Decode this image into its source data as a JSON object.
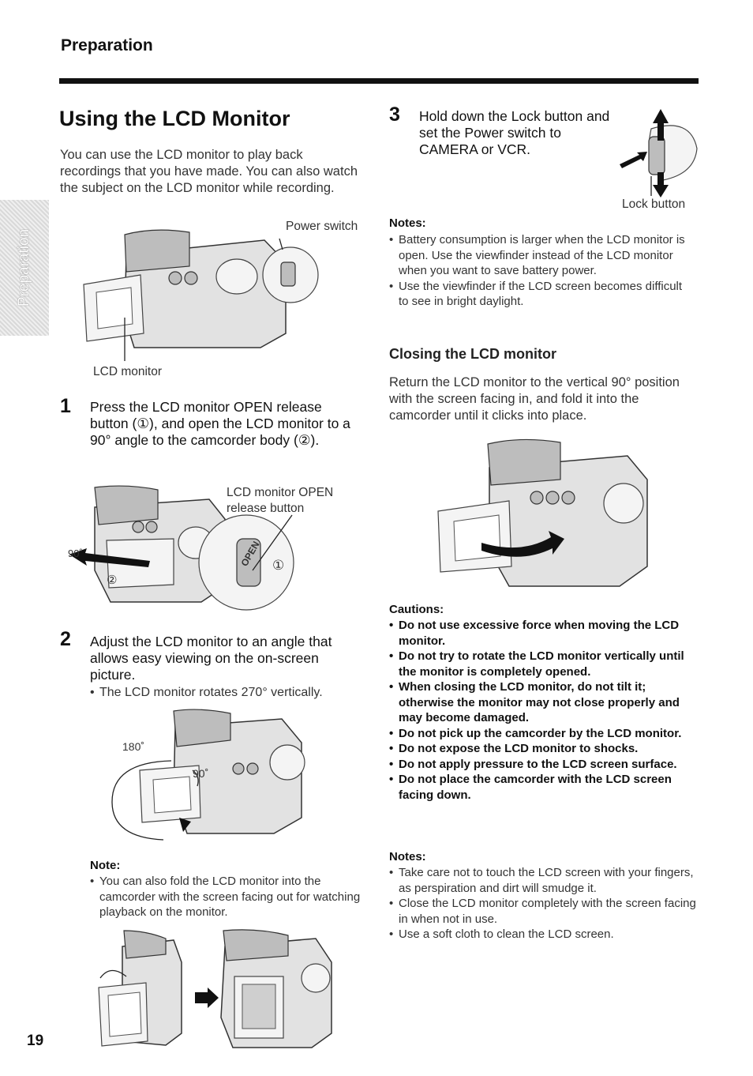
{
  "header": {
    "section": "Preparation",
    "side_tab": "Preparation",
    "page_number": "19"
  },
  "left": {
    "title": "Using the LCD Monitor",
    "intro": "You can use the LCD monitor to play back recordings that you have made. You can also watch the subject on the LCD monitor while recording.",
    "fig1": {
      "power_switch": "Power switch",
      "lcd_monitor": "LCD monitor"
    },
    "step1": {
      "num": "1",
      "text": "Press the LCD monitor OPEN release button (①), and open the LCD monitor to a 90° angle to the camcorder body (②)."
    },
    "fig2": {
      "open_label": "LCD monitor OPEN release button",
      "angle": "90˚",
      "marker1": "①",
      "marker2": "②",
      "open_text": "OPEN"
    },
    "step2": {
      "num": "2",
      "text": "Adjust the LCD monitor to an angle that allows easy viewing on the on-screen picture.",
      "bullet": "The LCD monitor rotates 270° vertically."
    },
    "fig3": {
      "angle180": "180˚",
      "angle90": "90˚"
    },
    "note": {
      "title": "Note:",
      "items": [
        "You can also fold the LCD monitor into the camcorder with the screen facing out for watching playback on the monitor."
      ]
    }
  },
  "right": {
    "step3": {
      "num": "3",
      "text": "Hold down the Lock button and set the Power switch to CAMERA or VCR.",
      "lock_button": "Lock button"
    },
    "notes1": {
      "title": "Notes:",
      "items": [
        "Battery consumption is larger when the LCD monitor is open. Use the viewfinder instead of the LCD monitor when you want to save battery power.",
        "Use the viewfinder if the LCD screen becomes difficult to see in bright daylight."
      ]
    },
    "closing": {
      "title": "Closing the LCD monitor",
      "text": "Return the LCD monitor to the vertical 90° position with the screen facing in, and fold it into the camcorder until it clicks into place."
    },
    "cautions": {
      "title": "Cautions:",
      "items": [
        "Do not use excessive force when moving the LCD monitor.",
        "Do not try to rotate the LCD monitor vertically until the monitor is completely opened.",
        "When closing the LCD monitor, do not tilt it; otherwise the monitor may not close properly and may become damaged.",
        "Do not pick up the camcorder by the LCD monitor.",
        "Do not expose the LCD monitor to shocks.",
        "Do not apply pressure to the LCD screen surface.",
        "Do not place the camcorder with the LCD screen facing down."
      ]
    },
    "notes2": {
      "title": "Notes:",
      "items": [
        "Take care not to touch the LCD screen with your fingers, as perspiration and dirt will smudge it.",
        "Close the LCD monitor completely with the screen facing in when not in use.",
        "Use a soft cloth to clean the LCD screen."
      ]
    }
  }
}
